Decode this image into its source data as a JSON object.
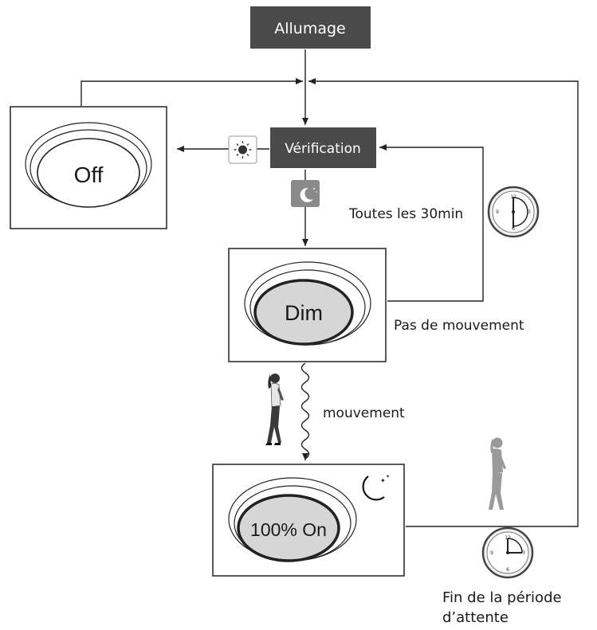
{
  "nodes": {
    "start": {
      "label": "Allumage"
    },
    "check": {
      "label": "Vérification"
    },
    "off": {
      "label": "Off"
    },
    "dim": {
      "label": "Dim"
    },
    "on": {
      "label": "100% On"
    }
  },
  "edges": {
    "every_30min": {
      "label": "Toutes les 30min"
    },
    "no_motion": {
      "label": "Pas de mouvement"
    },
    "motion": {
      "label": "mouvement"
    },
    "wait_end": {
      "line1": "Fin de la période",
      "line2": "d’attente"
    }
  },
  "icons": {
    "sun": "sun-icon",
    "moon": "moon-icon",
    "clock": "clock-icon",
    "walking_person": "walking-person-icon"
  },
  "colors": {
    "dark_box": "#4a4a4a",
    "lamp_fill": "#d6d6d6",
    "line": "#222222"
  }
}
